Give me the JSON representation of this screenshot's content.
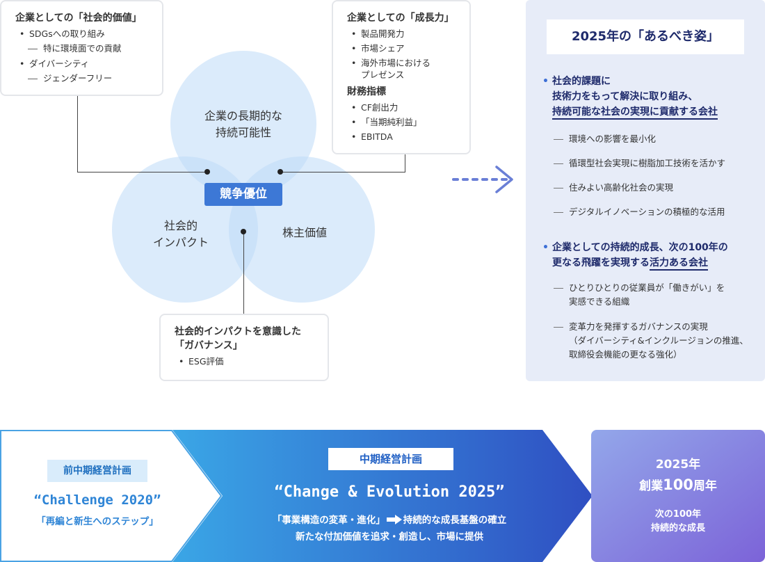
{
  "social_value": {
    "title": "企業としての「社会的価値」",
    "items": [
      {
        "kind": "b",
        "text": "SDGsへの取り組み"
      },
      {
        "kind": "d",
        "text": "特に環境面での貢献"
      },
      {
        "kind": "b",
        "text": "ダイバーシティ"
      },
      {
        "kind": "d",
        "text": "ジェンダーフリー"
      }
    ]
  },
  "growth": {
    "title": "企業としての「成長力」",
    "items": [
      "製品開発力",
      "市場シェア",
      "海外市場における"
    ],
    "items_cont": "プレゼンス",
    "subtitle": "財務指標",
    "finance_items": [
      "CF創出力",
      "「当期純利益」",
      "EBITDA"
    ]
  },
  "governance": {
    "title_line1": "社会的インパクトを意識した",
    "title_line2": "「ガバナンス」",
    "items": [
      "ESG評価"
    ]
  },
  "venn": {
    "top_line1": "企業の長期的な",
    "top_line2": "持続可能性",
    "left_line1": "社会的",
    "left_line2": "インパクト",
    "right": "株主価値",
    "center_badge": "競争優位"
  },
  "vision": {
    "title": "2025年の「あるべき姿」",
    "bullet1_line1": "社会的課題に",
    "bullet1_line2": "技術力をもって解決に取り組み、",
    "bullet1_line3": "持続可能な社会の実現に貢献する会社",
    "bullet1_items": [
      "環境への影響を最小化",
      "循環型社会実現に樹脂加工技術を活かす",
      "住みよい高齢化社会の実現",
      "デジタルイノベーションの積極的な活用"
    ],
    "bullet2_line1": "企業としての持続的成長、次の100年の",
    "bullet2_line2a": "更なる飛躍を実現する",
    "bullet2_line2b": "活力ある会社",
    "bullet2_item1_line1": "ひとりひとりの従業員が「働きがい」を",
    "bullet2_item1_line2": "実感できる組織",
    "bullet2_item2_line1": "変革力を発揮するガバナンスの実現",
    "bullet2_item2_line2": "（ダイバーシティ&インクルージョンの推進、",
    "bullet2_item2_line3": "取締役会機能の更なる強化）"
  },
  "timeline": {
    "prev_tag": "前中期経営計画",
    "prev_name": "“Challenge 2020”",
    "prev_sub": "「再編と新生へのステップ」",
    "current_tag": "中期経営計画",
    "current_name": "“Change & Evolution 2025”",
    "current_sub1a": "「事業構造の変革・進化」",
    "current_sub1b": "持続的な成長基盤の確立",
    "current_sub2": "新たな付加価値を追求・創造し、市場に提供",
    "goal_line1": "2025年",
    "goal_line2a": "創業",
    "goal_line2b": "100",
    "goal_line2c": "周年",
    "goal_sub1": "次の100年",
    "goal_sub2": "持続的な成長"
  },
  "colors": {
    "accent_blue": "#3d78d6",
    "navy": "#1e2a6b",
    "panel_bg": "#e7ecf8",
    "circle_fill": "#bedaf8",
    "arrow": "#6a7fd6"
  }
}
